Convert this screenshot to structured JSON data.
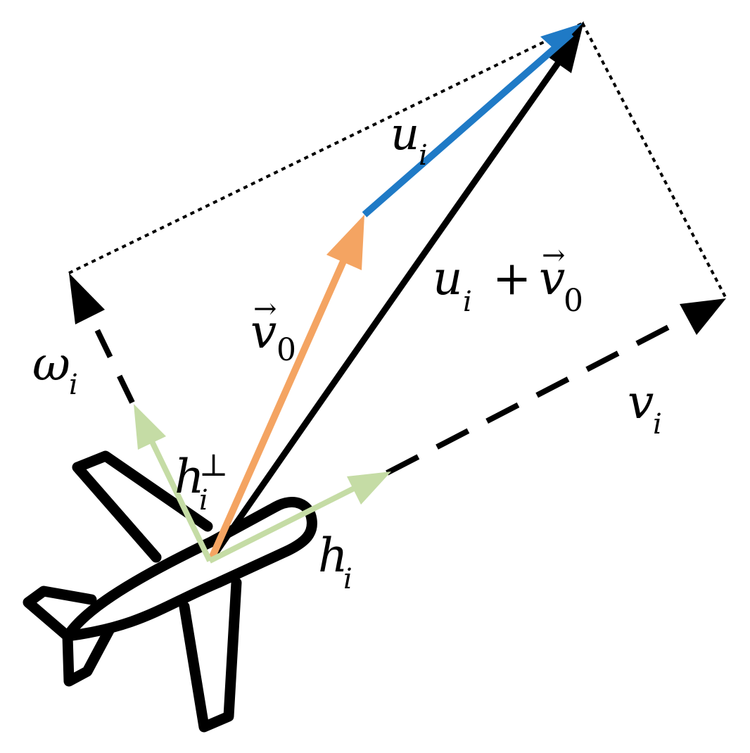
{
  "colors": {
    "blue": "#1f7ac6",
    "orange": "#f4a462",
    "green": "#c5dca5",
    "black": "#000000"
  },
  "labels": {
    "u_main": "u",
    "u_sub": "i",
    "v0_main": "v",
    "v0_sub": "0",
    "v0_arrow": "→",
    "sum_u_main": "u",
    "sum_u_sub": "i",
    "sum_plus": "+",
    "sum_v_main": "v",
    "sum_v_sub": "0",
    "sum_v_arrow": "→",
    "omega_main": "ω",
    "omega_sub": "i",
    "vi_main": "v",
    "vi_sub": "i",
    "hperp_main": "h",
    "hperp_sup": "⊥",
    "hperp_sub": "i",
    "hi_main": "h",
    "hi_sub": "i"
  }
}
